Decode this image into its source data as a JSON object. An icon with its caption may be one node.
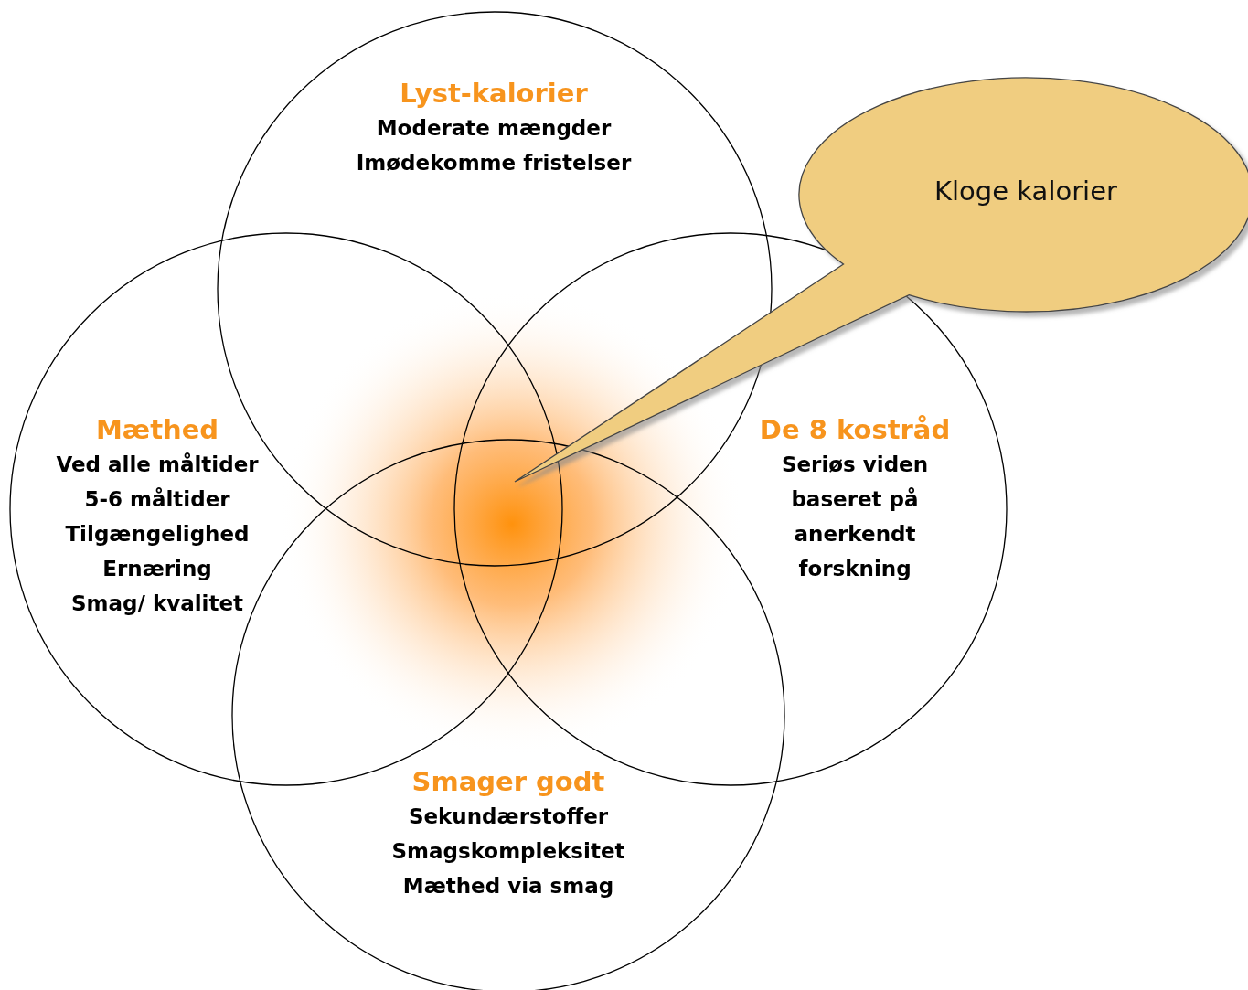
{
  "diagram": {
    "nodes": [
      {
        "text": [
          "Lyst-kalorier",
          "Moderate mængder",
          "Imødekomme fristelser"
        ]
      },
      {
        "text": [
          "Mæthed",
          "Ved alle måltider",
          "5-6 måltider",
          "Tilgængelighed",
          "Ernæring",
          "Smag/ kvalitet"
        ]
      },
      {
        "text": [
          "De 8 kostråd",
          "Seriøs viden baseret på anerkendt forskning"
        ]
      },
      {
        "text": [
          "Smager godt",
          "Sekundærstoffer",
          "Smagskompleksitet",
          "Mæthed via smag"
        ]
      },
      {
        "text": [
          "Kloge kalorier"
        ]
      },
      {
        "text": [],
        "shape": "circle"
      }
    ]
  }
}
